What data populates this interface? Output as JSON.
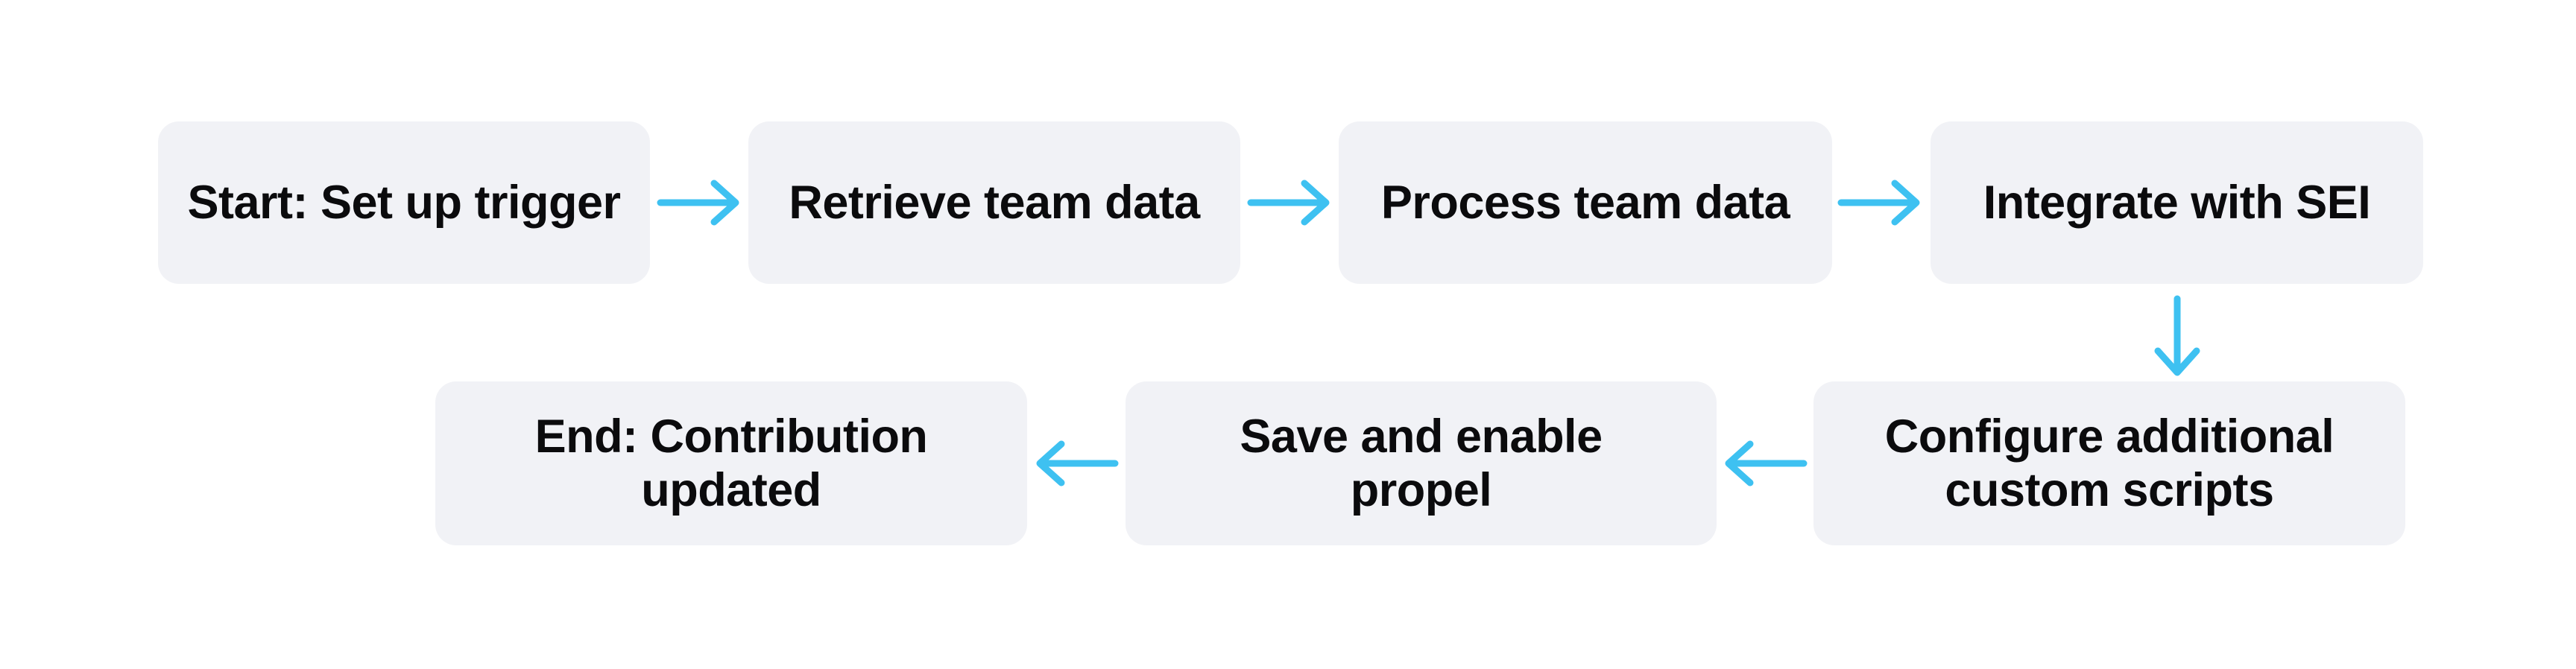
{
  "flowchart": {
    "colors": {
      "background": "#ffffff",
      "node_fill": "#f1f2f6",
      "node_text": "#0b0b0d",
      "arrow": "#3ec1f1"
    },
    "nodes": {
      "start": {
        "label": "Start: Set up trigger"
      },
      "retrieve": {
        "label": "Retrieve team data"
      },
      "process": {
        "label": "Process team data"
      },
      "integrate": {
        "label": "Integrate with SEI"
      },
      "configure": {
        "label": "Configure additional\ncustom scripts"
      },
      "save": {
        "label": "Save and enable\npropel"
      },
      "end": {
        "label": "End: Contribution\nupdated"
      }
    },
    "edges": [
      {
        "from": "start",
        "to": "retrieve",
        "direction": "right"
      },
      {
        "from": "retrieve",
        "to": "process",
        "direction": "right"
      },
      {
        "from": "process",
        "to": "integrate",
        "direction": "right"
      },
      {
        "from": "integrate",
        "to": "configure",
        "direction": "down"
      },
      {
        "from": "configure",
        "to": "save",
        "direction": "left"
      },
      {
        "from": "save",
        "to": "end",
        "direction": "left"
      }
    ]
  }
}
